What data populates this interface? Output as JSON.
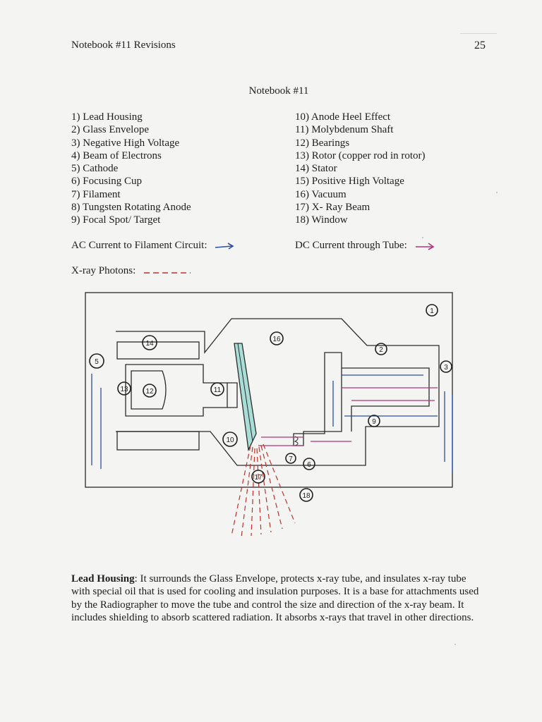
{
  "header": {
    "left": "Notebook #11 Revisions",
    "page_number": "25"
  },
  "title": "Notebook #11",
  "legend_left": [
    "1) Lead Housing",
    "2) Glass Envelope",
    "3) Negative High Voltage",
    "4) Beam of Electrons",
    "5) Cathode",
    "6) Focusing Cup",
    "7) Filament",
    "8) Tungsten Rotating Anode",
    "9) Focal Spot/ Target"
  ],
  "legend_right": [
    "10) Anode Heel Effect",
    "11) Molybdenum Shaft",
    "12) Bearings",
    "13) Rotor (copper rod in rotor)",
    "14) Stator",
    "15) Positive High Voltage",
    "16) Vacuum",
    "17) X- Ray Beam",
    "18) Window"
  ],
  "key": {
    "ac_label": "AC Current to Filament Circuit:",
    "dc_label": "DC Current through Tube:",
    "xray_label": "X-ray Photons:",
    "ac_color": "#2b4fa6",
    "dc_color": "#b0357a",
    "xray_color": "#c0302a"
  },
  "diagram_labels": {
    "n1": "1",
    "n2": "2",
    "n3": "3",
    "n5": "5",
    "n6": "6",
    "n7": "7",
    "n9": "9",
    "n10": "10",
    "n11": "11",
    "n12": "12",
    "n13": "13",
    "n14": "14",
    "n16": "16",
    "n17": "17",
    "n18": "18"
  },
  "description": {
    "term": "Lead Housing",
    "text": ": It surrounds the Glass Envelope, protects x-ray tube, and insulates x-ray tube with special oil that is used for cooling and insulation purposes. It is a base for attachments used by the Radiographer to move the tube and control the size and direction of the x-ray beam. It includes shielding to absorb scattered radiation. It absorbs x-rays that travel in other directions."
  }
}
